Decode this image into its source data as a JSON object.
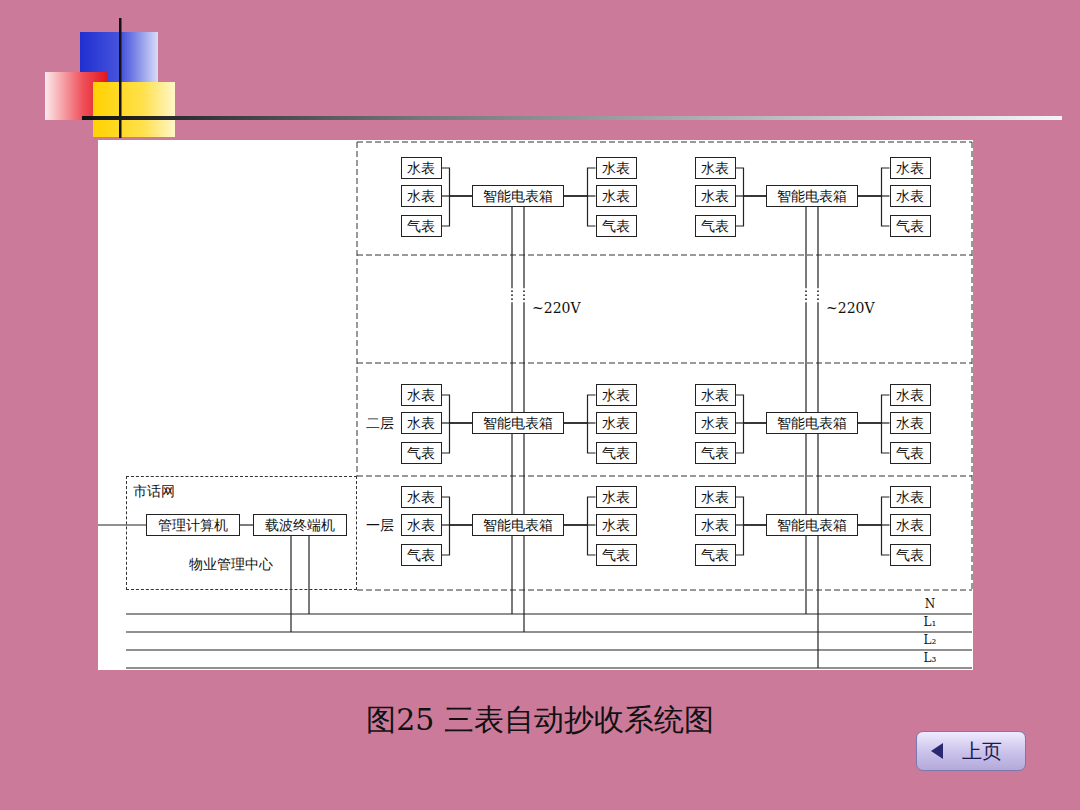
{
  "diagram": {
    "caption": "图25 三表自动抄收系统图",
    "nodes": [
      {
        "text": [
          "水表"
        ]
      },
      {
        "text": [
          "水表"
        ]
      },
      {
        "text": [
          "气表"
        ]
      },
      {
        "text": [
          "智能电表箱"
        ]
      },
      {
        "text": [
          "水表"
        ]
      },
      {
        "text": [
          "水表"
        ]
      },
      {
        "text": [
          "气表"
        ]
      },
      {
        "text": [
          "水表"
        ]
      },
      {
        "text": [
          "水表"
        ]
      },
      {
        "text": [
          "气表"
        ]
      },
      {
        "text": [
          "智能电表箱"
        ]
      },
      {
        "text": [
          "水表"
        ]
      },
      {
        "text": [
          "水表"
        ]
      },
      {
        "text": [
          "气表"
        ]
      },
      {
        "text": [
          "水表"
        ]
      },
      {
        "text": [
          "水表"
        ]
      },
      {
        "text": [
          "气表"
        ]
      },
      {
        "text": [
          "智能电表箱"
        ]
      },
      {
        "text": [
          "水表"
        ]
      },
      {
        "text": [
          "水表"
        ]
      },
      {
        "text": [
          "气表"
        ]
      },
      {
        "text": [
          "水表"
        ]
      },
      {
        "text": [
          "水表"
        ]
      },
      {
        "text": [
          "气表"
        ]
      },
      {
        "text": [
          "智能电表箱"
        ]
      },
      {
        "text": [
          "水表"
        ]
      },
      {
        "text": [
          "水表"
        ]
      },
      {
        "text": [
          "气表"
        ]
      },
      {
        "text": [
          "水表"
        ]
      },
      {
        "text": [
          "水表"
        ]
      },
      {
        "text": [
          "气表"
        ]
      },
      {
        "text": [
          "智能电表箱"
        ]
      },
      {
        "text": [
          "水表"
        ]
      },
      {
        "text": [
          "水表"
        ]
      },
      {
        "text": [
          "气表"
        ]
      },
      {
        "text": [
          "水表"
        ]
      },
      {
        "text": [
          "水表"
        ]
      },
      {
        "text": [
          "气表"
        ]
      },
      {
        "text": [
          "智能电表箱"
        ]
      },
      {
        "text": [
          "水表"
        ]
      },
      {
        "text": [
          "水表"
        ]
      },
      {
        "text": [
          "气表"
        ]
      },
      {
        "text": [
          "市话网",
          "物业管理中心"
        ]
      },
      {
        "text": [
          "管理计算机"
        ],
        "in": 42
      },
      {
        "text": [
          "载波终端机"
        ],
        "in": 42
      },
      {
        "text": [
          "上页"
        ]
      }
    ],
    "edges": [
      {
        "from": 0,
        "to": 3,
        "arrow": "none"
      },
      {
        "from": 1,
        "to": 3,
        "arrow": "none"
      },
      {
        "from": 2,
        "to": 3,
        "arrow": "none"
      },
      {
        "from": 4,
        "to": 3,
        "arrow": "none"
      },
      {
        "from": 5,
        "to": 3,
        "arrow": "none"
      },
      {
        "from": 6,
        "to": 3,
        "arrow": "none"
      },
      {
        "from": 7,
        "to": 10,
        "arrow": "none"
      },
      {
        "from": 8,
        "to": 10,
        "arrow": "none"
      },
      {
        "from": 9,
        "to": 10,
        "arrow": "none"
      },
      {
        "from": 11,
        "to": 10,
        "arrow": "none"
      },
      {
        "from": 12,
        "to": 10,
        "arrow": "none"
      },
      {
        "from": 13,
        "to": 10,
        "arrow": "none"
      },
      {
        "from": 14,
        "to": 17,
        "arrow": "none"
      },
      {
        "from": 15,
        "to": 17,
        "arrow": "none"
      },
      {
        "from": 16,
        "to": 17,
        "arrow": "none"
      },
      {
        "from": 18,
        "to": 17,
        "arrow": "none"
      },
      {
        "from": 19,
        "to": 17,
        "arrow": "none"
      },
      {
        "from": 20,
        "to": 17,
        "arrow": "none"
      },
      {
        "from": 21,
        "to": 24,
        "arrow": "none"
      },
      {
        "from": 22,
        "to": 24,
        "arrow": "none"
      },
      {
        "from": 23,
        "to": 24,
        "arrow": "none"
      },
      {
        "from": 25,
        "to": 24,
        "arrow": "none"
      },
      {
        "from": 26,
        "to": 24,
        "arrow": "none"
      },
      {
        "from": 27,
        "to": 24,
        "arrow": "none"
      },
      {
        "from": 28,
        "to": 31,
        "arrow": "none"
      },
      {
        "from": 29,
        "to": 31,
        "arrow": "none"
      },
      {
        "from": 30,
        "to": 31,
        "arrow": "none"
      },
      {
        "from": 32,
        "to": 31,
        "arrow": "none"
      },
      {
        "from": 33,
        "to": 31,
        "arrow": "none"
      },
      {
        "from": 34,
        "to": 31,
        "arrow": "none"
      },
      {
        "from": 35,
        "to": 38,
        "arrow": "none"
      },
      {
        "from": 36,
        "to": 38,
        "arrow": "none"
      },
      {
        "from": 37,
        "to": 38,
        "arrow": "none"
      },
      {
        "from": 39,
        "to": 38,
        "arrow": "none"
      },
      {
        "from": 40,
        "to": 38,
        "arrow": "none"
      },
      {
        "from": 41,
        "to": 38,
        "arrow": "none"
      },
      {
        "from": 3,
        "to": 17,
        "arrow": "none",
        "label": "~220V"
      },
      {
        "from": 10,
        "to": 24,
        "arrow": "none",
        "label": "~220V"
      },
      {
        "from": 17,
        "to": 31,
        "arrow": "none"
      },
      {
        "from": 24,
        "to": 38,
        "arrow": "none"
      },
      {
        "from": 43,
        "to": 44,
        "arrow": "none"
      }
    ],
    "labels": [
      "二层",
      "一层",
      "N",
      "L₁",
      "L₂",
      "L₃"
    ]
  }
}
